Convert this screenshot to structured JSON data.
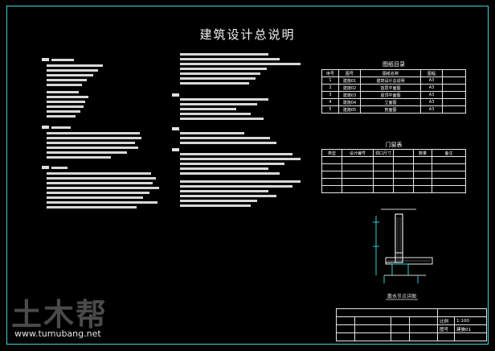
{
  "drawing": {
    "title": "建筑设计总说明"
  },
  "drawing_list": {
    "title": "图纸目录",
    "headers": [
      "序号",
      "图号",
      "图纸名称",
      "图幅",
      ""
    ],
    "rows": [
      [
        "1",
        "建施01",
        "建筑设计总说明",
        "A3",
        ""
      ],
      [
        "2",
        "建施02",
        "首层平面图",
        "A3",
        ""
      ],
      [
        "3",
        "建施03",
        "屋顶平面图",
        "A3",
        ""
      ],
      [
        "4",
        "建施04",
        "立面图",
        "A3",
        ""
      ],
      [
        "5",
        "建施05",
        "剖面图",
        "A3",
        ""
      ]
    ]
  },
  "door_window": {
    "title": "门窗表",
    "headers": [
      "类型",
      "设计编号",
      "洞口尺寸",
      "",
      "数量",
      "备注"
    ],
    "rows": [
      [
        "",
        "",
        "",
        "",
        "",
        ""
      ],
      [
        "",
        "",
        "",
        "",
        "",
        ""
      ],
      [
        "",
        "",
        "",
        "",
        "",
        ""
      ],
      [
        "",
        "",
        "",
        "",
        "",
        ""
      ],
      [
        "",
        "",
        "",
        "",
        "",
        ""
      ]
    ]
  },
  "detail": {
    "caption": "散水节点详图"
  },
  "title_block": {
    "school": "",
    "drawing_name": "",
    "scale_label": "比例",
    "scale_value": "1:100",
    "drawing_no_label": "图号",
    "drawing_no_value": "建施01"
  },
  "watermark": {
    "logo": "土木帮",
    "url": "www.tumubang.net"
  }
}
